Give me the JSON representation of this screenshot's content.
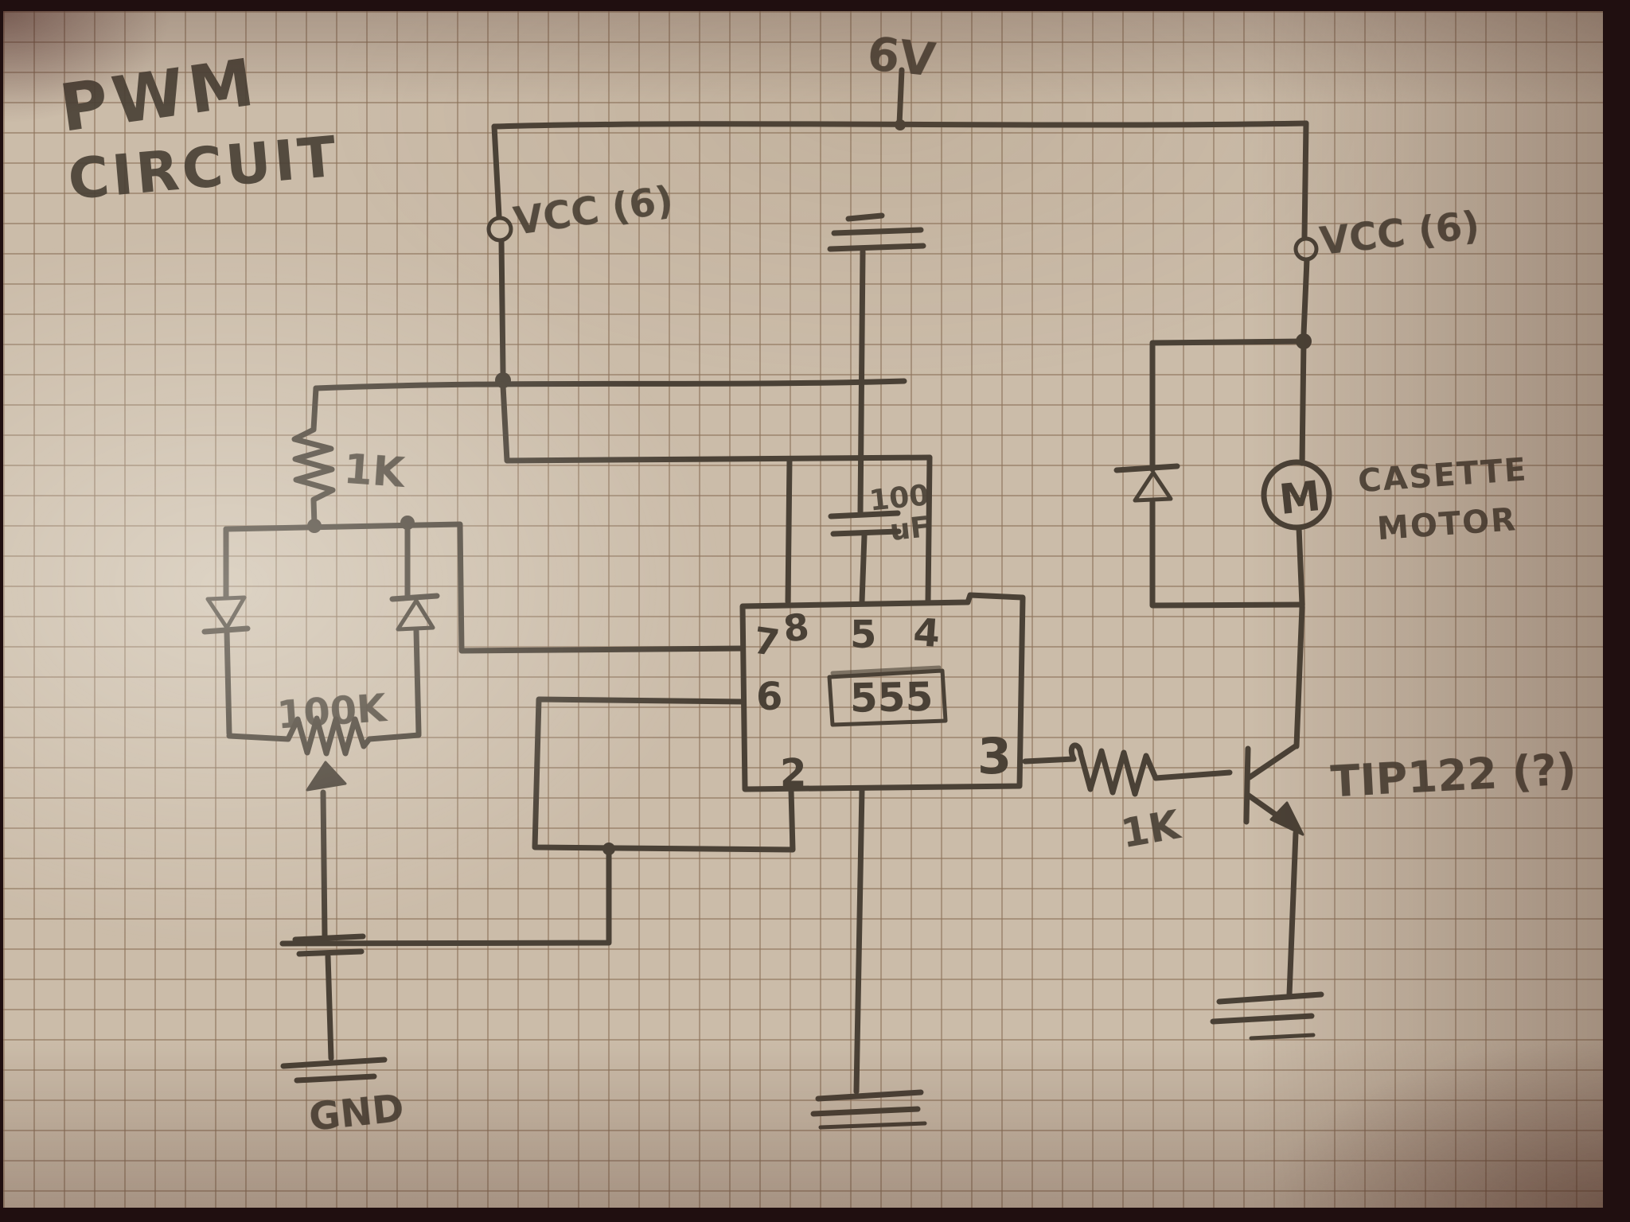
{
  "title": {
    "line1": "PWM",
    "line2": "CIRCUIT"
  },
  "power": {
    "supply_label": "6V",
    "vcc_left_label": "VCC (6)",
    "vcc_right_label": "VCC (6)",
    "gnd_label": "GND"
  },
  "ic555": {
    "part_label": "555",
    "pins": {
      "p7": "7",
      "p8": "8",
      "p5": "5",
      "p4": "4",
      "p6": "6",
      "p2": "2",
      "p3": "3"
    }
  },
  "components": {
    "r1_label": "1K",
    "pot_label": "100K",
    "cap_value_line1": "100",
    "cap_value_line2": "uF",
    "base_resistor_label": "1K",
    "transistor_label": "TIP122 (?)",
    "motor_symbol": "M",
    "motor_label_line1": "CASETTE",
    "motor_label_line2": "MOTOR"
  },
  "colors": {
    "paper": "#cbbca9",
    "grid_line": "#8a7058",
    "ink": "#4a4136"
  }
}
